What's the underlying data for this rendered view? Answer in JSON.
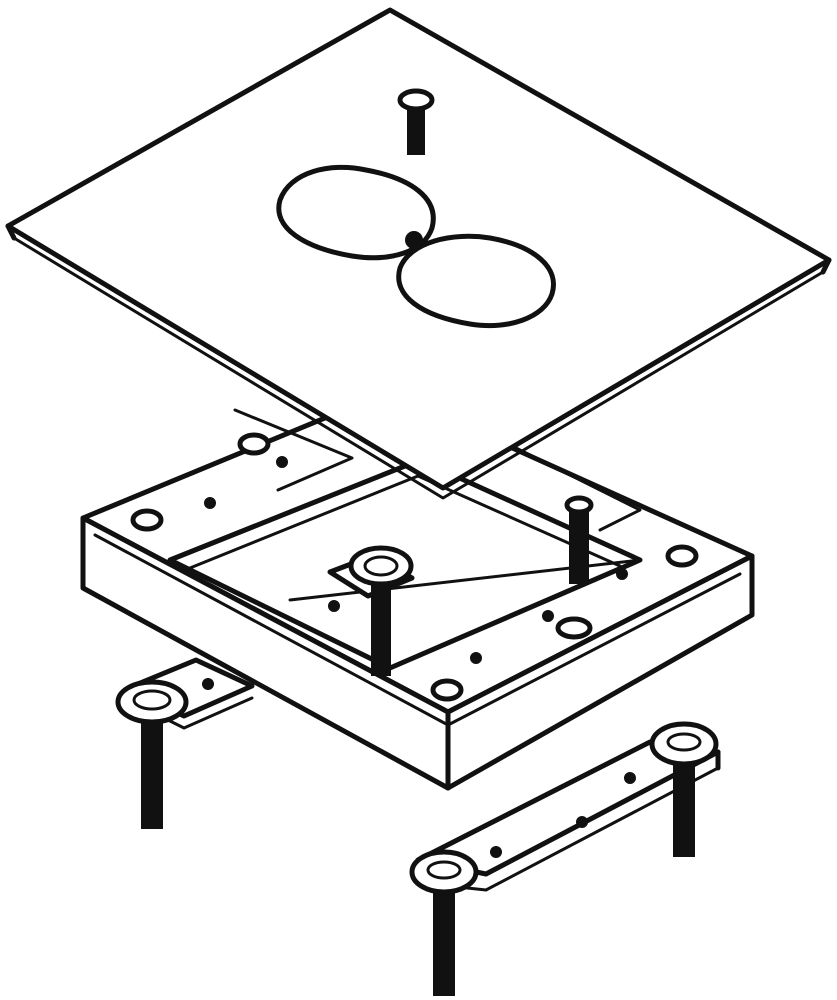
{
  "colors": {
    "stroke": "#111111",
    "paper": "#ffffff"
  },
  "parts": [
    "cover-plate",
    "cover-screw",
    "duplex-receptacle-opening",
    "base-frame",
    "corner-hole",
    "mounting-post",
    "leveling-foot",
    "bracket-screw"
  ]
}
